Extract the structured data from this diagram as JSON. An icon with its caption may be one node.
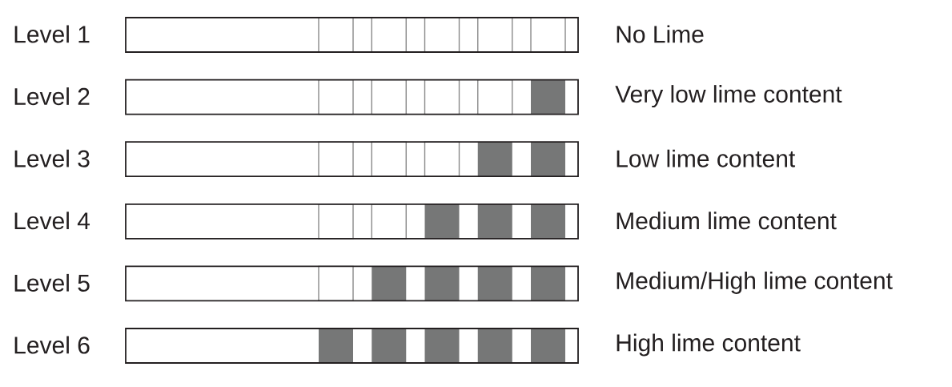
{
  "diagram": {
    "labels": [
      "Level 1",
      "No Lime",
      "Level 2",
      "Very low lime content",
      "Level 3",
      "Low lime content",
      "Level 4",
      "Medium lime content",
      "Level 5",
      "Medium/High lime content",
      "Level 6",
      "High lime content"
    ]
  }
}
